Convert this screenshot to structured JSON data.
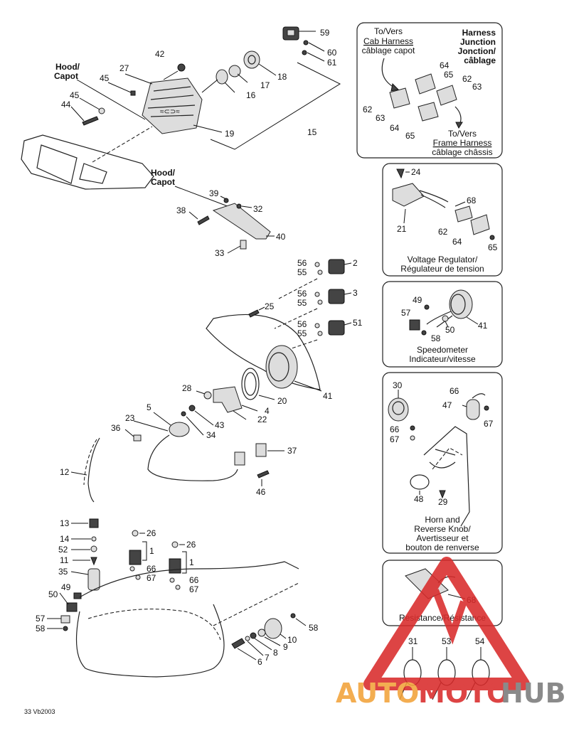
{
  "main_labels": {
    "hood_capot_top": [
      "Hood/",
      "Capot"
    ],
    "hood_capot_mid": [
      "Hood/",
      "Capot"
    ]
  },
  "callouts": {
    "p59": "59",
    "p60": "60",
    "p61": "61",
    "p42": "42",
    "p27": "27",
    "p18": "18",
    "p45a": "45",
    "p45b": "45",
    "p44": "44",
    "p17": "17",
    "p16": "16",
    "p19": "19",
    "p15": "15",
    "p39": "39",
    "p32": "32",
    "p38": "38",
    "p40": "40",
    "p33": "33",
    "p56a": "56",
    "p55a": "55",
    "p2": "2",
    "p56b": "56",
    "p55b": "55",
    "p3": "3",
    "p25": "25",
    "p56c": "56",
    "p55c": "55",
    "p51": "51",
    "p41": "41",
    "p28": "28",
    "p20": "20",
    "p4": "4",
    "p22": "22",
    "p5": "5",
    "p23": "23",
    "p43": "43",
    "p34": "34",
    "p36": "36",
    "p37": "37",
    "p12": "12",
    "p46": "46",
    "p13": "13",
    "p14": "14",
    "p52": "52",
    "p11": "11",
    "p35": "35",
    "p26a": "26",
    "p1a": "1",
    "p66a": "66",
    "p67a": "67",
    "p26b": "26",
    "p1b": "1",
    "p66b": "66",
    "p67b": "67",
    "p49": "49",
    "p50": "50",
    "p57": "57",
    "p58a": "58",
    "p58b": "58",
    "p10": "10",
    "p9": "9",
    "p8": "8",
    "p7": "7",
    "p6": "6"
  },
  "panels": {
    "junction": {
      "to_cab": [
        "To/Vers",
        "Cab Harness",
        "câblage capot"
      ],
      "title": [
        "Harness",
        "Junction",
        "Jonction/",
        "câblage"
      ],
      "to_frame": [
        "To/Vers",
        "Frame Harness",
        "câblage châssis"
      ],
      "parts": {
        "a64": "64",
        "a65": "65",
        "a62": "62",
        "a63": "63",
        "b62": "62",
        "b63": "63",
        "b64": "64",
        "b65": "65"
      }
    },
    "regulator": {
      "caption": [
        "Voltage Regulator/",
        "Régulateur de tension"
      ],
      "parts": {
        "p24": "24",
        "p68": "68",
        "p21": "21",
        "p62": "62",
        "p64": "64",
        "p65": "65"
      }
    },
    "speedometer": {
      "caption": [
        "Speedometer",
        "Indicateur/vitesse"
      ],
      "parts": {
        "p49": "49",
        "p57": "57",
        "p58": "58",
        "p50": "50",
        "p41": "41"
      }
    },
    "horn": {
      "caption": [
        "Horn and",
        "Reverse Knob/",
        "Avertisseur et",
        "bouton de renverse"
      ],
      "parts": {
        "p30": "30",
        "p66": "66",
        "p47": "47",
        "p67": "67",
        "p66b": "66",
        "p67b": "67",
        "p48": "48",
        "p29": "29"
      }
    },
    "resistance": {
      "caption": "Resistance/Résistance",
      "parts": {
        "p68": "68"
      }
    }
  },
  "ties": {
    "p31": "31",
    "p53": "53",
    "p54": "54"
  },
  "footer_code": "33 Vb2003",
  "watermark": {
    "auto": "AUTO",
    "moto": "MOTO",
    "hub": "HUB",
    "orange": "#f2a23a",
    "red": "#d92b2b",
    "gray": "#7b7b7b"
  }
}
